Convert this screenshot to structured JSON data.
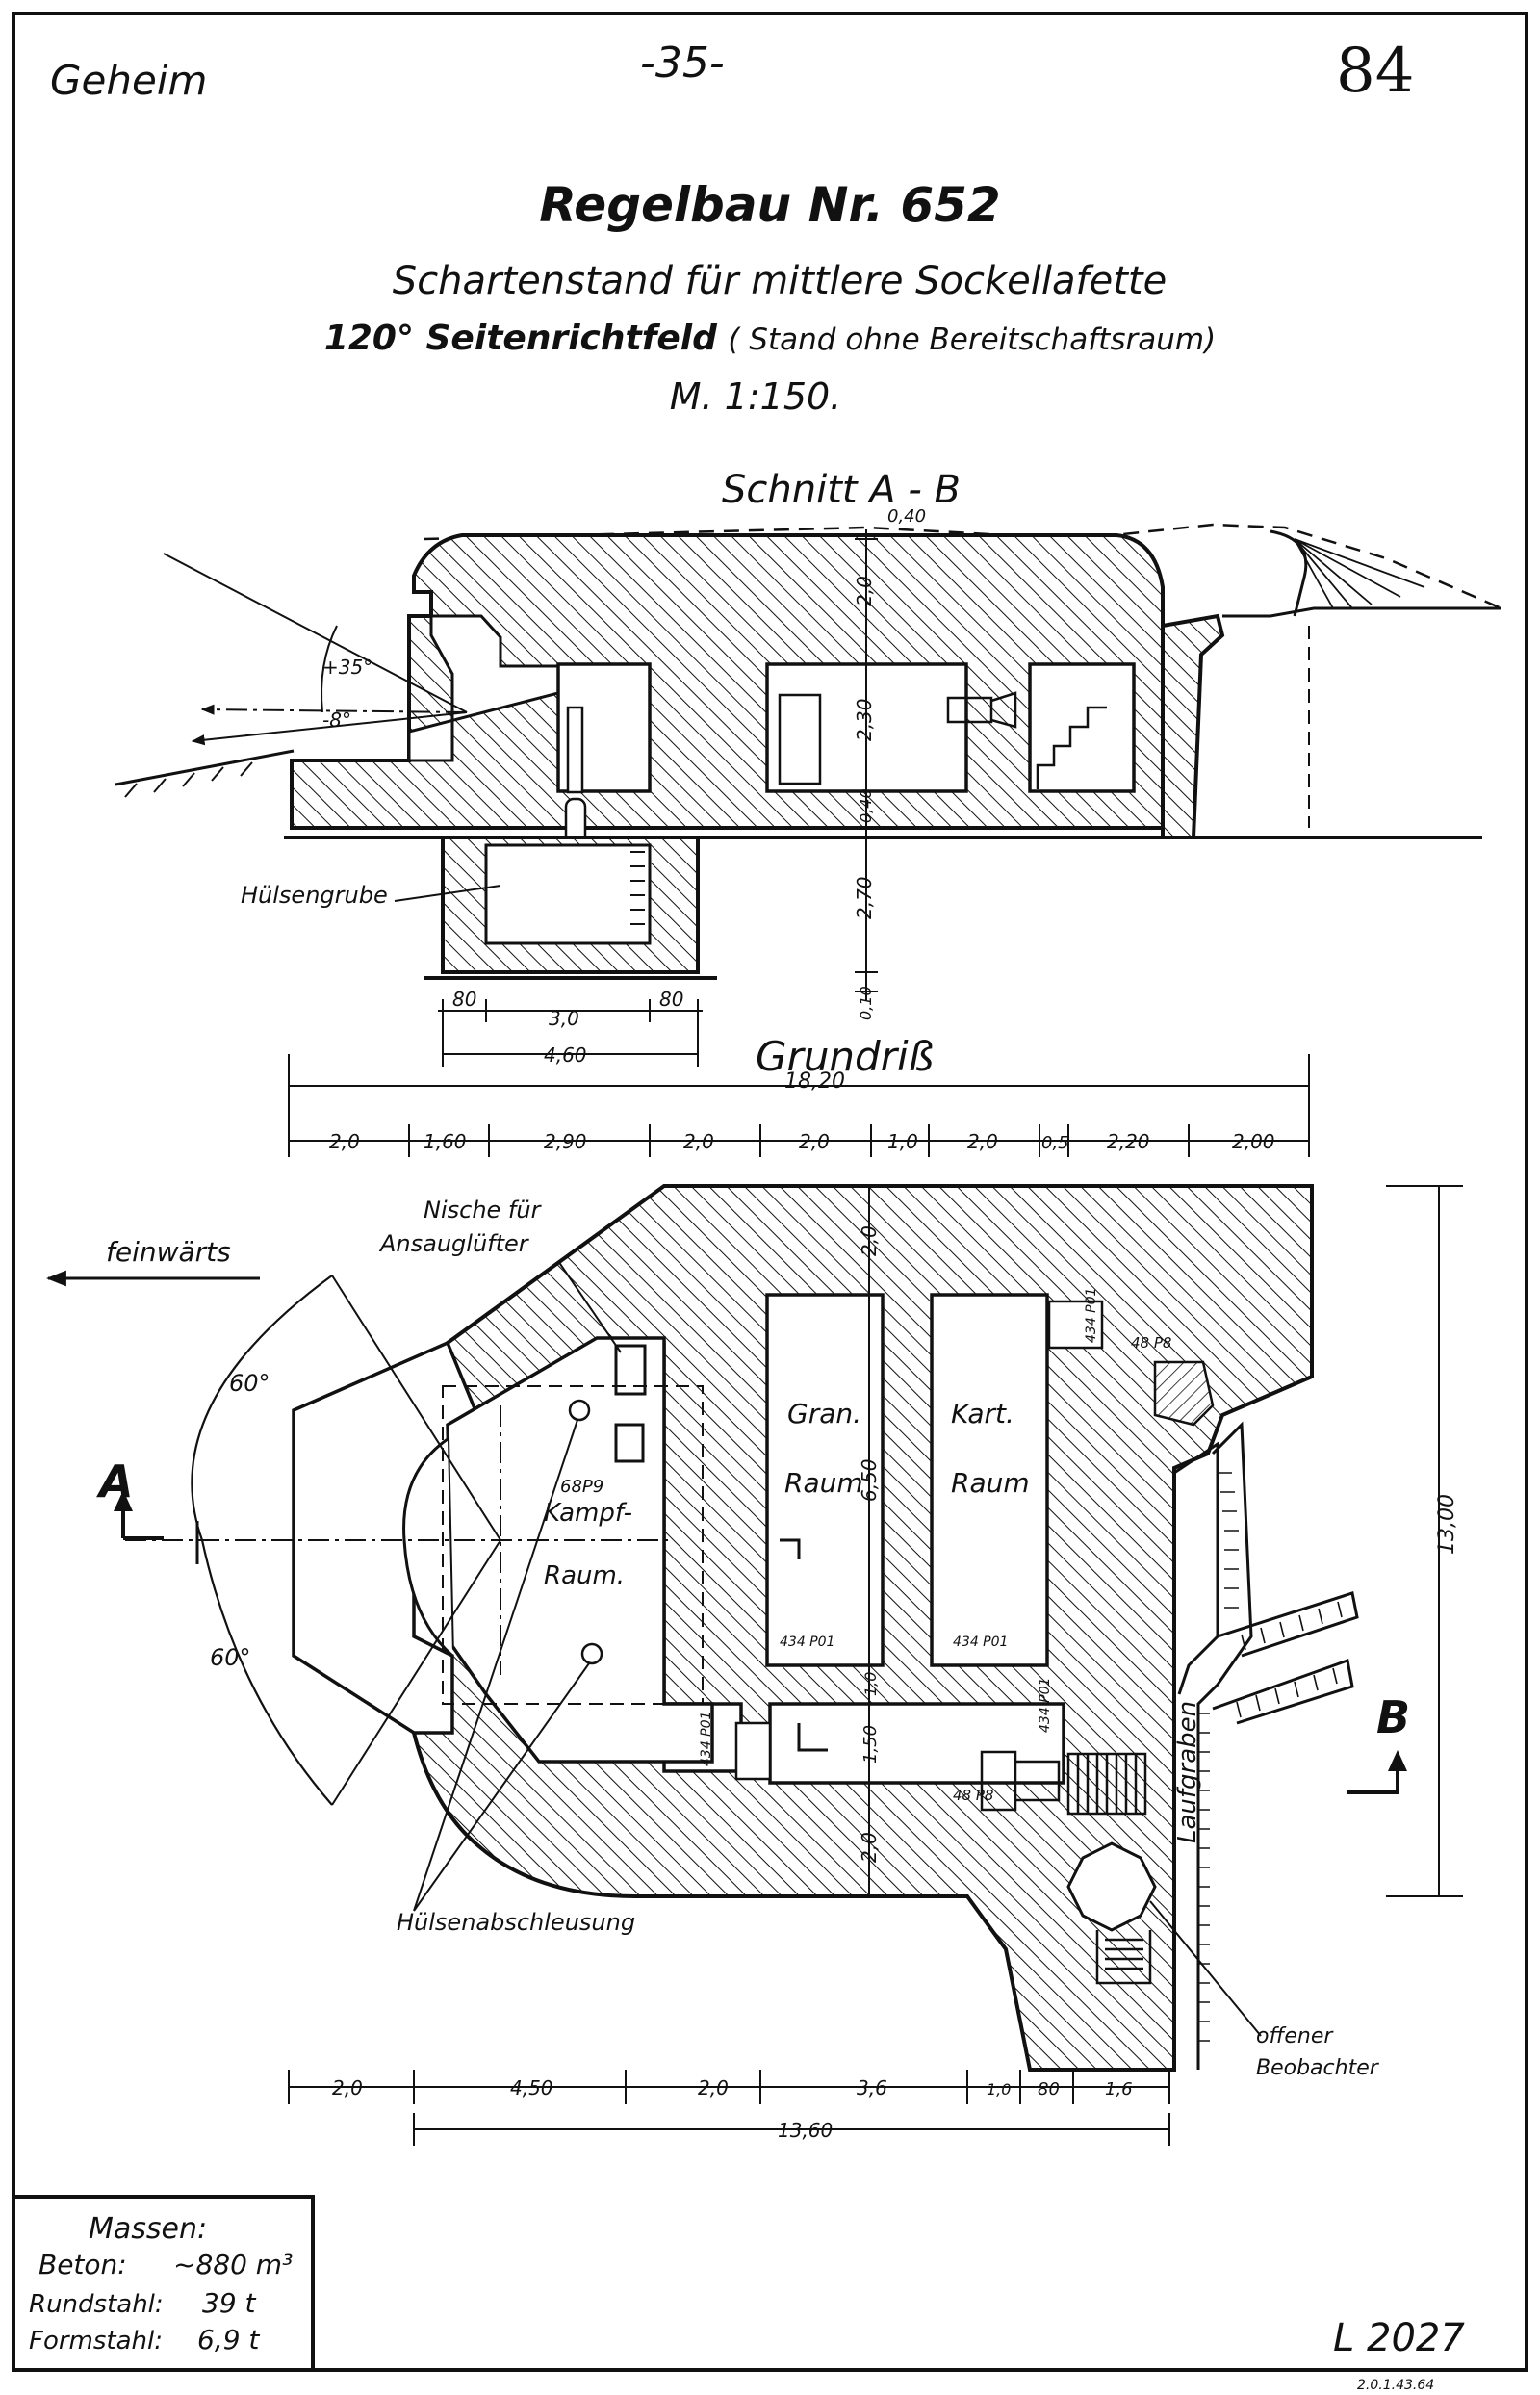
{
  "header": {
    "classification": "Geheim",
    "page_number": "-35-",
    "sheet_number": "84"
  },
  "title": {
    "main": "Regelbau Nr. 652",
    "line2": "Schartenstand für mittlere Sockellafette",
    "line3_bold": "120° Seitenrichtfeld",
    "line3_paren": "( Stand ohne Bereitschaftsraum)",
    "scale": "M. 1:150."
  },
  "section": {
    "label": "Schnitt A - B",
    "roof_layer": "0,40",
    "elevation_up": "+35°",
    "elevation_down": "-8°",
    "heights": [
      "2,0",
      "2,30",
      "0,40",
      "2,70",
      "0,10"
    ],
    "pit_label": "Hülsengrube",
    "pit_dims": [
      "80",
      "3,0",
      "80"
    ],
    "pit_total": "4,60"
  },
  "plan": {
    "label": "Grundriß",
    "total_width": "18,20",
    "top_dims": [
      "2,0",
      "1,60",
      "2,90",
      "2,0",
      "2,0",
      "1,0",
      "2,0",
      "0,5",
      "2,20",
      "2,00"
    ],
    "bottom_dims": [
      "2,0",
      "4,50",
      "2,0",
      "3,6",
      "1,0",
      "80",
      "1,6"
    ],
    "bottom_total": "13,60",
    "height_dim": "13,00",
    "interior_dims": [
      "2,0",
      "6,50",
      "1,0",
      "1,50",
      "2,0"
    ],
    "firing_direction": "feinwärts",
    "arc_angles": [
      "60°",
      "60°"
    ],
    "marker_a": "A",
    "marker_b": "B",
    "niche_label": [
      "Nische für",
      "Ansauglüfter"
    ],
    "combat_room": [
      "Kampf-",
      "Raum."
    ],
    "ammo_room": [
      "Gran.",
      "Raum"
    ],
    "cartridge_room": [
      "Kart.",
      "Raum"
    ],
    "fittings": [
      "68P9",
      "434 P01",
      "434 P01",
      "434 P01",
      "434 P01",
      "434 P01",
      "48 P8",
      "48 P8"
    ],
    "trench_label": "Laufgraben",
    "casing_label": "Hülsenabschleusung",
    "observer_label": [
      "offener",
      "Beobachter"
    ]
  },
  "quantities": {
    "heading": "Massen:",
    "rows": [
      {
        "label": "Beton:",
        "value": "~880 m³"
      },
      {
        "label": "Rundstahl:",
        "value": "39 t"
      },
      {
        "label": "Formstahl:",
        "value": "6,9 t"
      }
    ]
  },
  "drawing_number": "L 2027",
  "footer_stamp": "2.0.1.43.64"
}
